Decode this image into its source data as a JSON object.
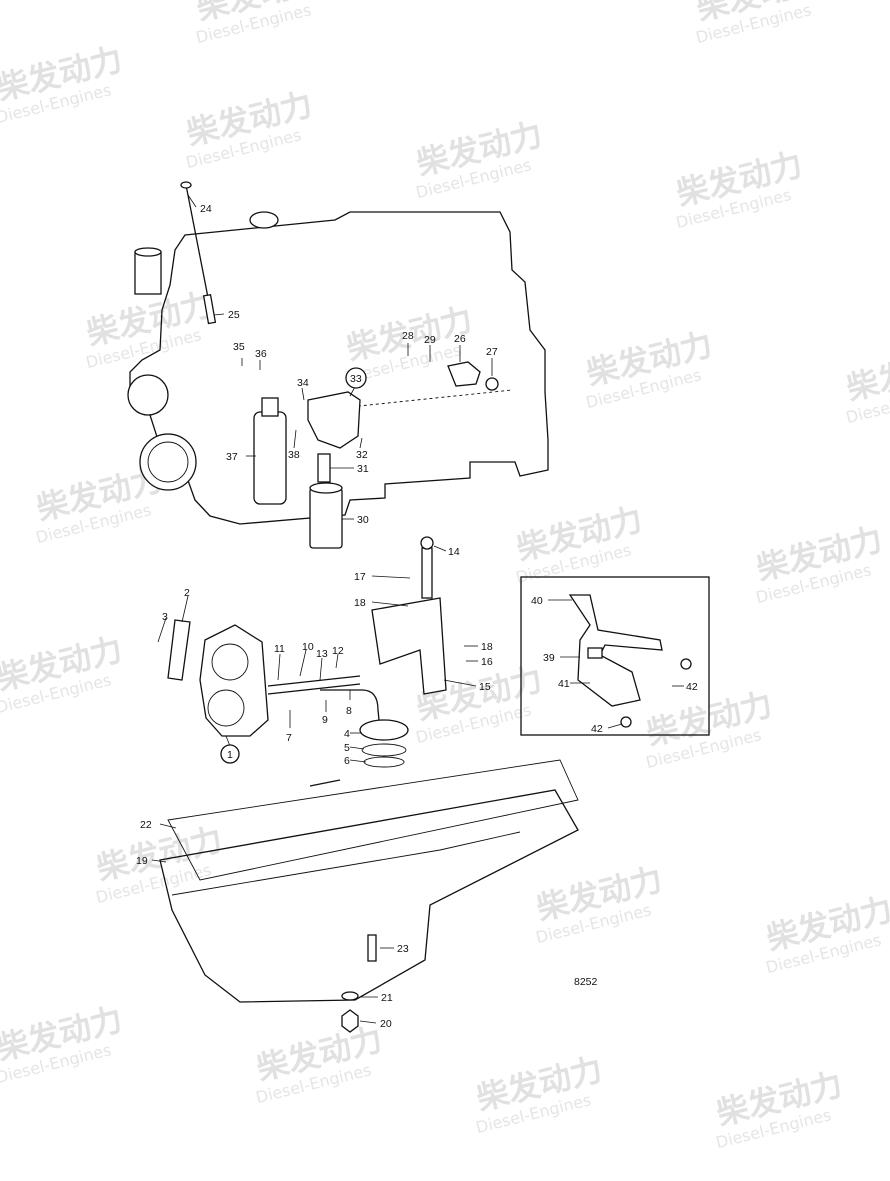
{
  "watermark": {
    "brand_cn": "柴发动力",
    "brand_en": "Diesel-Engines"
  },
  "diagram": {
    "reference_number": "8252",
    "part_labels": {
      "p1": "1",
      "p2": "2",
      "p3": "3",
      "p4": "4",
      "p5": "5",
      "p6": "6",
      "p7": "7",
      "p8": "8",
      "p9": "9",
      "p10": "10",
      "p11": "11",
      "p12": "12",
      "p13": "13",
      "p14": "14",
      "p15": "15",
      "p16": "16",
      "p17": "17",
      "p18a": "18",
      "p18b": "18",
      "p19": "19",
      "p20": "20",
      "p21": "21",
      "p22": "22",
      "p23": "23",
      "p24": "24",
      "p25": "25",
      "p26": "26",
      "p27": "27",
      "p28": "28",
      "p29": "29",
      "p30": "30",
      "p31": "31",
      "p32": "32",
      "p33": "33",
      "p34": "34",
      "p35": "35",
      "p36": "36",
      "p37": "37",
      "p38": "38",
      "p39": "39",
      "p40": "40",
      "p41": "41",
      "p42a": "42",
      "p42b": "42"
    }
  }
}
